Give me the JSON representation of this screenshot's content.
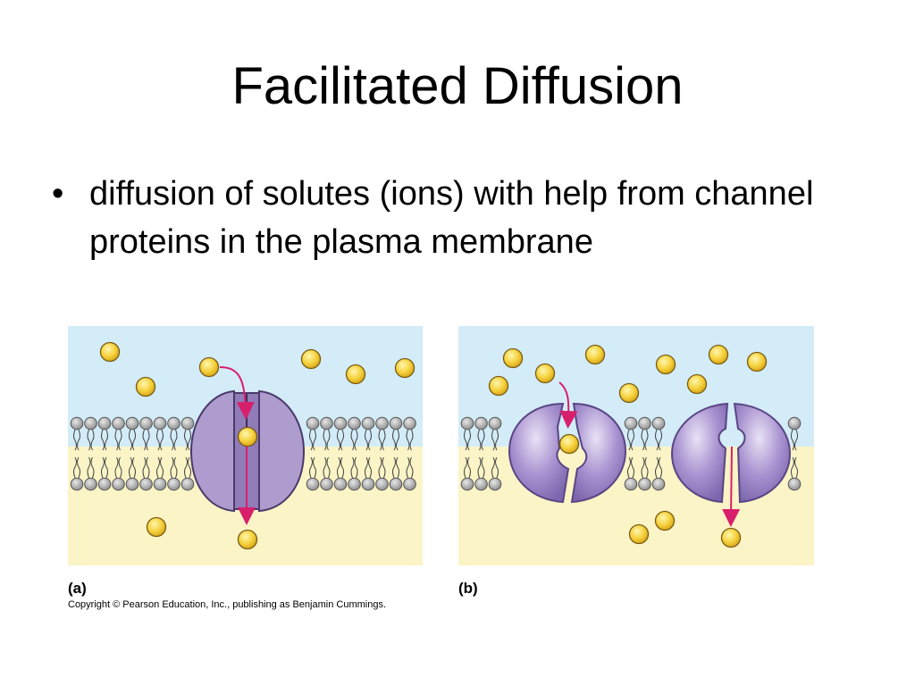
{
  "slide": {
    "title": "Facilitated Diffusion",
    "bullet_symbol": "•",
    "bullet_text": "diffusion of solutes (ions) with help from channel proteins in the plasma membrane"
  },
  "figure": {
    "panel_a_label": "(a)",
    "panel_b_label": "(b)",
    "copyright": "Copyright © Pearson Education, Inc., publishing as Benjamin Cummings."
  },
  "colors": {
    "extracellular": "#d3ecf8",
    "intracellular": "#fbf4c6",
    "channel_protein": "#ad9ccd",
    "carrier_protein": "#9b87c4",
    "solute": "#f5d23c",
    "arrow": "#d81f6c",
    "lipid_head": "#9a9a9a"
  }
}
